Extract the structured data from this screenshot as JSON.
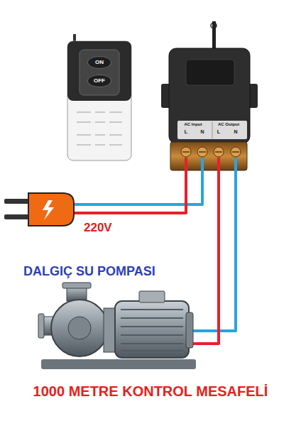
{
  "diagram": {
    "caption": "1000 METRE KONTROL MESAFELİ",
    "nodes": [
      {
        "text": [
          "ON"
        ]
      },
      {
        "text": [
          "OFF"
        ]
      }
    ],
    "labels": [
      "AC Input",
      "L",
      "N",
      "AC Output",
      "L",
      "N",
      "220V",
      "DALGIÇ SU POMPASI"
    ]
  }
}
